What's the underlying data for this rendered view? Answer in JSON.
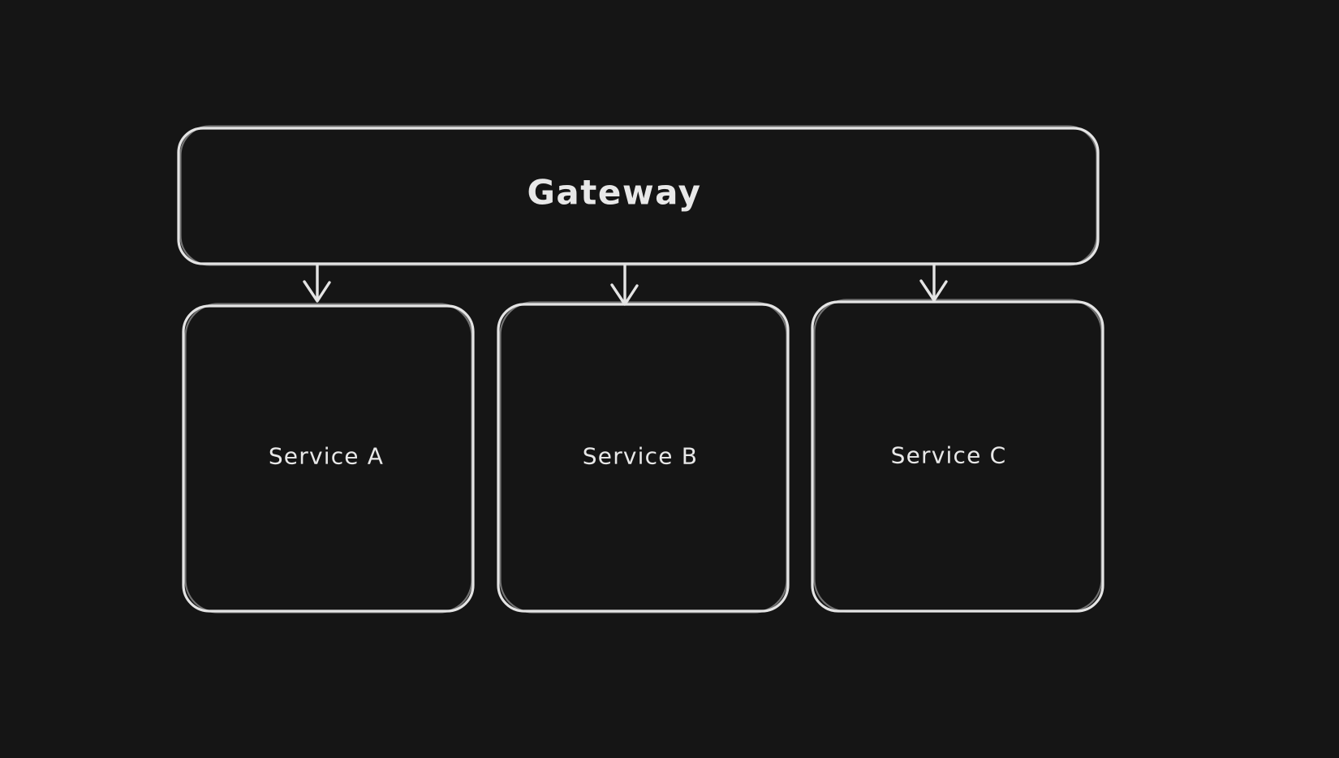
{
  "diagram": {
    "type": "flowchart",
    "theme": "dark",
    "colors": {
      "background": "#151515",
      "stroke": "#e4e4e4",
      "text": "#e8e8e8"
    },
    "nodes": [
      {
        "id": "gateway",
        "label": "Gateway",
        "shape": "rounded-rectangle"
      },
      {
        "id": "service-a",
        "label": "Service A",
        "shape": "rounded-rectangle"
      },
      {
        "id": "service-b",
        "label": "Service B",
        "shape": "rounded-rectangle"
      },
      {
        "id": "service-c",
        "label": "Service C",
        "shape": "rounded-rectangle"
      }
    ],
    "edges": [
      {
        "from": "gateway",
        "to": "service-a",
        "style": "arrow-down"
      },
      {
        "from": "gateway",
        "to": "service-b",
        "style": "arrow-down"
      },
      {
        "from": "gateway",
        "to": "service-c",
        "style": "arrow-down"
      }
    ]
  }
}
